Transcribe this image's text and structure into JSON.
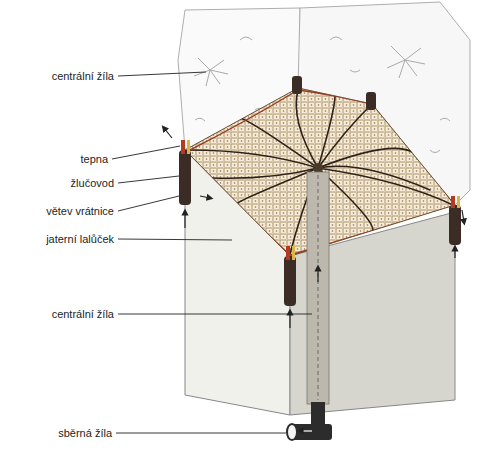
{
  "diagram": {
    "labels": [
      "centrální žíla",
      "tepna",
      "žlučovod",
      "větev vrátnice",
      "jaterní lalůček",
      "centrální žíla",
      "sběrná žíla"
    ]
  }
}
